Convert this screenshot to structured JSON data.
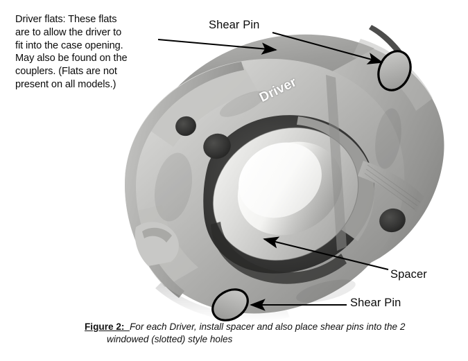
{
  "figure": {
    "note": {
      "lines": [
        "Driver flats: These flats",
        "are to allow the driver to",
        "fit into the case opening.",
        "May also be found on the",
        "couplers. (Flats are not",
        "present on all models.)"
      ],
      "full_text": "Driver flats: These flats are to allow the driver to fit into the case opening. May also be found on the couplers. (Flats are not present on all models.)"
    },
    "labels": {
      "shear_pin_top": "Shear Pin",
      "shear_pin_bottom": "Shear Pin",
      "spacer": "Spacer",
      "driver": "Driver"
    },
    "caption": {
      "label": "Figure 2:",
      "line1": "For each Driver, install spacer and also place shear pins into the 2",
      "line2": "windowed (slotted) style holes",
      "full_text": "Figure 2: For each Driver, install spacer and also place shear pins into the 2 windowed (slotted) style holes"
    },
    "colors": {
      "background": "#ffffff",
      "text": "#0a0a0a",
      "leader_line": "#000000",
      "driver_label": "#ffffff",
      "metal_light": "#d8d8d6",
      "metal_mid": "#a9a9a7",
      "metal_dark": "#767674",
      "metal_shadow": "#3a3a39",
      "bore_highlight": "#fbfbfa"
    },
    "photo_subject": "driver-coupling-component"
  }
}
